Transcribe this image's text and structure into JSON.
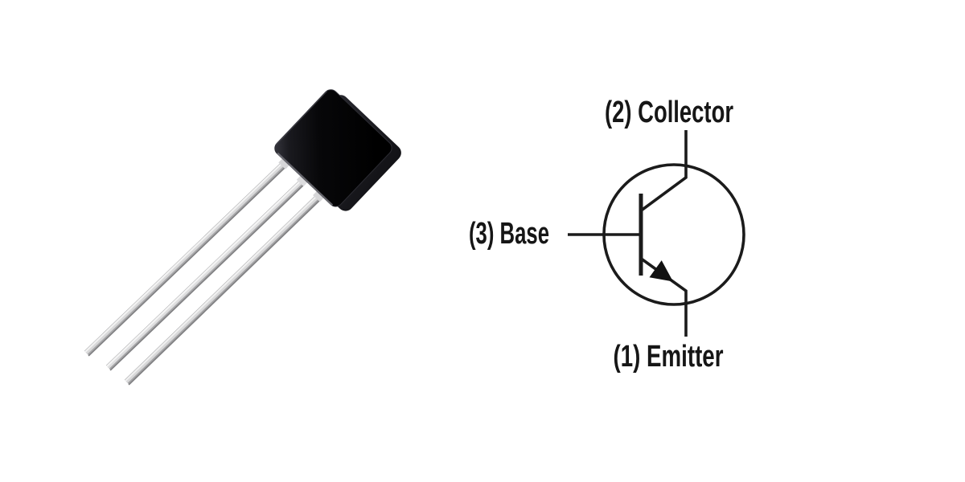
{
  "page": {
    "background": "#ffffff",
    "content": "TO-92 transistor photo with NPN symbol pinout diagram"
  },
  "photo": {
    "component": "TO-92 package transistor",
    "body_color": "#070709",
    "body_side_color": "#1e1e24",
    "lead_base_color": "#a8a8aa",
    "lead_highlight_color": "#f3f3f3",
    "solder_tab_color": "#d6d6d8",
    "lead_count": "3"
  },
  "schematic": {
    "symbol": "NPN bipolar junction transistor",
    "stroke_color": "#1b1b1b",
    "labels": {
      "collector": "(2) Collector",
      "base": "(3) Base",
      "emitter": "(1) Emitter"
    },
    "pins": [
      {
        "number": "2",
        "name": "Collector",
        "position": "top"
      },
      {
        "number": "3",
        "name": "Base",
        "position": "left"
      },
      {
        "number": "1",
        "name": "Emitter",
        "position": "bottom"
      }
    ]
  }
}
